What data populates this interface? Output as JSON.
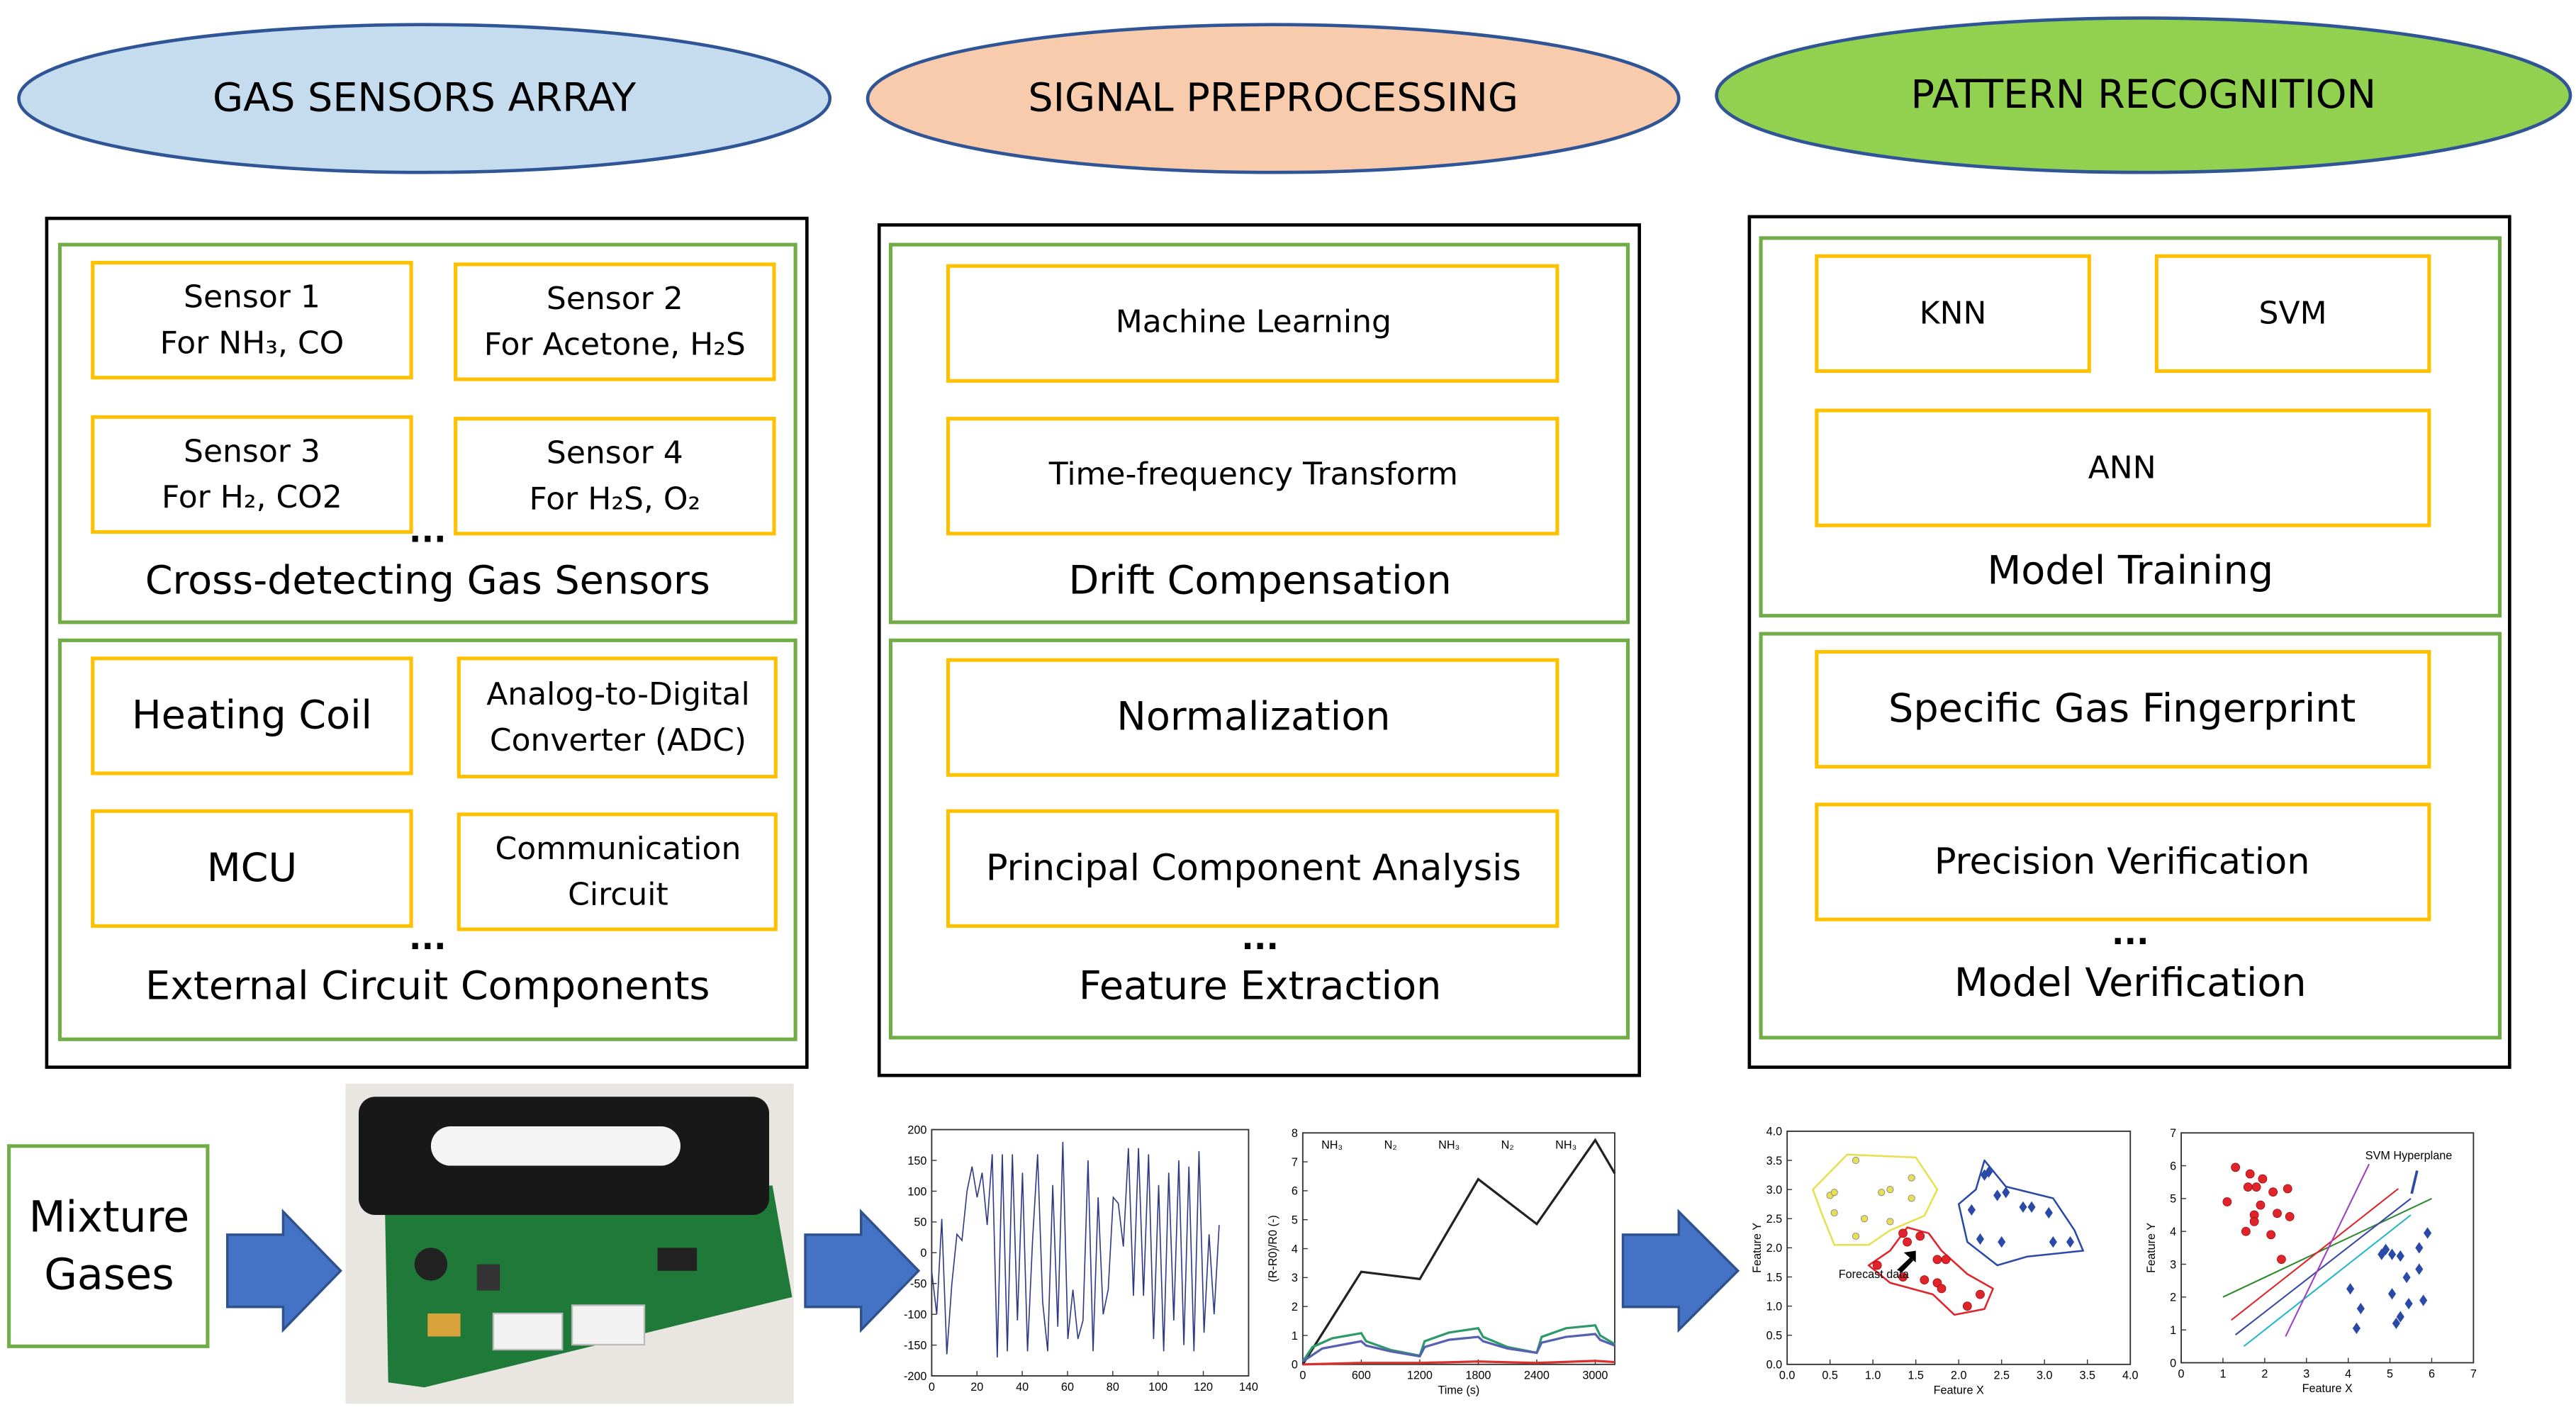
{
  "stages": [
    {
      "title": "GAS SENSORS ARRAY",
      "fill": "#c5dcef"
    },
    {
      "title": "SIGNAL PREPROCESSING",
      "fill": "#f8cbad"
    },
    {
      "title": "PATTERN RECOGNITION",
      "fill": "#92d050"
    }
  ],
  "colors": {
    "ellipse_stroke": "#2f5597",
    "box_border": "#ffc000",
    "group_border": "#70ad47",
    "arrow": "#4472c4"
  },
  "gas_sensors": {
    "sensors": [
      {
        "name": "Sensor 1",
        "target": "For  NH₃, CO"
      },
      {
        "name": "Sensor 2",
        "target": "For Acetone, H₂S"
      },
      {
        "name": "Sensor 3",
        "target": "For H₂, CO2"
      },
      {
        "name": "Sensor 4",
        "target": "For H₂S, O₂"
      }
    ],
    "sensors_more": "...",
    "sensors_caption": "Cross-detecting Gas Sensors",
    "circuit": {
      "heating_coil": "Heating Coil",
      "adc_line1": "Analog-to-Digital",
      "adc_line2": "Converter (ADC)",
      "mcu": "MCU",
      "comm_line1": "Communication",
      "comm_line2": "Circuit"
    },
    "circuit_more": "...",
    "circuit_caption": "External Circuit Components"
  },
  "preprocessing": {
    "drift": [
      "Machine Learning",
      "Time-frequency Transform"
    ],
    "drift_caption": "Drift Compensation",
    "features": [
      "Normalization",
      "Principal Component Analysis"
    ],
    "features_more": "...",
    "features_caption": "Feature Extraction"
  },
  "recognition": {
    "training": [
      "KNN",
      "SVM",
      "ANN"
    ],
    "training_caption": "Model Training",
    "verification": [
      "Specific Gas Fingerprint",
      "Precision Verification"
    ],
    "verification_more": "...",
    "verification_caption": "Model Verification"
  },
  "input": {
    "line1": "Mixture",
    "line2": "Gases"
  },
  "chart_data": [
    {
      "type": "line",
      "xlim": [
        0,
        140
      ],
      "ylim": [
        -200,
        200
      ],
      "xticks": [
        0,
        20,
        40,
        60,
        80,
        100,
        120,
        140
      ],
      "yticks": [
        -200,
        -150,
        -100,
        -50,
        0,
        50,
        100,
        150,
        200
      ],
      "x_span": [
        0,
        127
      ],
      "color": "#2e3a87",
      "values": [
        -30,
        -100,
        55,
        -165,
        -50,
        30,
        20,
        100,
        140,
        90,
        130,
        45,
        160,
        -170,
        160,
        -160,
        160,
        -110,
        130,
        -160,
        20,
        160,
        -80,
        -160,
        110,
        -120,
        180,
        -140,
        -60,
        -140,
        -110,
        150,
        -160,
        90,
        -100,
        -60,
        90,
        80,
        10,
        170,
        -70,
        170,
        -70,
        160,
        -140,
        110,
        -160,
        130,
        -110,
        150,
        -150,
        140,
        -160,
        165,
        -130,
        30,
        -100,
        45
      ]
    },
    {
      "type": "line",
      "xlim": [
        0,
        3200
      ],
      "ylim": [
        0,
        8
      ],
      "xticks": [
        0,
        600,
        1200,
        1800,
        2400,
        3000
      ],
      "yticks": [
        0,
        1,
        2,
        3,
        4,
        5,
        6,
        7,
        8
      ],
      "xlabel": "Time (s)",
      "ylabel": "(R-R0)/R0 (-)",
      "phases": [
        {
          "label": "NH₃",
          "x": 300
        },
        {
          "label": "N₂",
          "x": 900
        },
        {
          "label": "NH₃",
          "x": 1500
        },
        {
          "label": "N₂",
          "x": 2100
        },
        {
          "label": "NH₃",
          "x": 2700
        }
      ],
      "series": [
        {
          "color": "#222222",
          "points": [
            [
              0,
              0
            ],
            [
              600,
              3.2
            ],
            [
              1200,
              2.95
            ],
            [
              1800,
              6.4
            ],
            [
              2400,
              4.85
            ],
            [
              3000,
              7.75
            ],
            [
              3200,
              6.6
            ]
          ]
        },
        {
          "color": "#2e9a6a",
          "points": [
            [
              0,
              0.1
            ],
            [
              100,
              0.6
            ],
            [
              300,
              0.9
            ],
            [
              600,
              1.08
            ],
            [
              650,
              0.8
            ],
            [
              900,
              0.5
            ],
            [
              1200,
              0.3
            ],
            [
              1250,
              0.8
            ],
            [
              1500,
              1.1
            ],
            [
              1800,
              1.25
            ],
            [
              1850,
              0.95
            ],
            [
              2100,
              0.6
            ],
            [
              2400,
              0.4
            ],
            [
              2450,
              0.95
            ],
            [
              2700,
              1.25
            ],
            [
              3000,
              1.35
            ],
            [
              3050,
              1.0
            ],
            [
              3200,
              0.7
            ]
          ]
        },
        {
          "color": "#5560b0",
          "points": [
            [
              0,
              0.1
            ],
            [
              200,
              0.55
            ],
            [
              600,
              0.8
            ],
            [
              650,
              0.65
            ],
            [
              900,
              0.45
            ],
            [
              1200,
              0.28
            ],
            [
              1250,
              0.6
            ],
            [
              1500,
              0.85
            ],
            [
              1800,
              0.95
            ],
            [
              1850,
              0.8
            ],
            [
              2100,
              0.55
            ],
            [
              2400,
              0.4
            ],
            [
              2450,
              0.75
            ],
            [
              2700,
              0.95
            ],
            [
              3000,
              1.05
            ],
            [
              3050,
              0.85
            ],
            [
              3200,
              0.65
            ]
          ]
        },
        {
          "color": "#d9302c",
          "points": [
            [
              0,
              0
            ],
            [
              600,
              0.05
            ],
            [
              1200,
              0.05
            ],
            [
              1800,
              0.1
            ],
            [
              2400,
              0.05
            ],
            [
              3000,
              0.12
            ],
            [
              3200,
              0.08
            ]
          ]
        }
      ]
    },
    {
      "type": "scatter",
      "xlim": [
        0,
        4
      ],
      "ylim": [
        0,
        4
      ],
      "xticks": [
        "0.0",
        "0.5",
        "1.0",
        "1.5",
        "2.0",
        "2.5",
        "3.0",
        "3.5",
        "4.0"
      ],
      "yticks": [
        "0.0",
        "0.5",
        "1.0",
        "1.5",
        "2.0",
        "2.5",
        "3.0",
        "3.5",
        "4.0"
      ],
      "xlabel": "Feature X",
      "ylabel": "Feature Y",
      "annotation": "Forecast data",
      "series": [
        {
          "color": "#e8e050",
          "marker": "pentagon",
          "points": [
            [
              0.5,
              2.9
            ],
            [
              0.55,
              2.95
            ],
            [
              0.55,
              2.6
            ],
            [
              0.8,
              3.5
            ],
            [
              0.9,
              2.5
            ],
            [
              1.1,
              2.95
            ],
            [
              1.2,
              3.0
            ],
            [
              1.2,
              2.45
            ],
            [
              1.45,
              3.2
            ],
            [
              1.45,
              2.85
            ],
            [
              0.8,
              2.2
            ]
          ],
          "outline": [
            [
              0.3,
              3.0
            ],
            [
              0.7,
              3.6
            ],
            [
              1.5,
              3.55
            ],
            [
              1.75,
              3.0
            ],
            [
              1.6,
              2.55
            ],
            [
              1.2,
              2.3
            ],
            [
              0.95,
              2.05
            ],
            [
              0.55,
              2.05
            ],
            [
              0.4,
              2.6
            ]
          ]
        },
        {
          "color": "#2b4aa8",
          "marker": "diamond",
          "points": [
            [
              2.3,
              3.25
            ],
            [
              2.35,
              3.3
            ],
            [
              2.45,
              2.9
            ],
            [
              2.55,
              2.95
            ],
            [
              2.75,
              2.7
            ],
            [
              2.85,
              2.7
            ],
            [
              3.05,
              2.6
            ],
            [
              2.15,
              2.65
            ],
            [
              2.25,
              2.15
            ],
            [
              2.5,
              2.1
            ],
            [
              3.1,
              2.1
            ],
            [
              3.3,
              2.1
            ]
          ],
          "outline": [
            [
              2.3,
              3.5
            ],
            [
              2.55,
              3.05
            ],
            [
              3.1,
              2.85
            ],
            [
              3.35,
              2.3
            ],
            [
              3.45,
              1.95
            ],
            [
              2.8,
              1.85
            ],
            [
              2.45,
              1.7
            ],
            [
              2.1,
              2.1
            ],
            [
              2.0,
              2.75
            ],
            [
              2.2,
              3.0
            ]
          ]
        },
        {
          "color": "#e0242b",
          "marker": "circle",
          "points": [
            [
              1.35,
              2.25
            ],
            [
              1.4,
              2.1
            ],
            [
              1.55,
              2.2
            ],
            [
              1.75,
              1.8
            ],
            [
              1.85,
              1.8
            ],
            [
              1.05,
              1.7
            ],
            [
              1.35,
              1.5
            ],
            [
              1.6,
              1.45
            ],
            [
              1.75,
              1.4
            ],
            [
              1.8,
              1.3
            ],
            [
              2.25,
              1.2
            ],
            [
              2.1,
              1.0
            ]
          ],
          "outline": [
            [
              1.4,
              2.35
            ],
            [
              1.65,
              2.25
            ],
            [
              1.8,
              1.95
            ],
            [
              2.1,
              1.55
            ],
            [
              2.4,
              1.3
            ],
            [
              2.3,
              0.95
            ],
            [
              1.95,
              0.85
            ],
            [
              1.7,
              1.2
            ],
            [
              1.2,
              1.4
            ],
            [
              0.95,
              1.7
            ],
            [
              1.2,
              1.95
            ]
          ]
        }
      ]
    },
    {
      "type": "scatter",
      "xlim": [
        0,
        7
      ],
      "ylim": [
        0,
        7
      ],
      "xticks": [
        0,
        1,
        2,
        3,
        4,
        5,
        6,
        7
      ],
      "yticks": [
        0,
        1,
        2,
        3,
        4,
        5,
        6,
        7
      ],
      "xlabel": "Feature X",
      "ylabel": "Feature Y",
      "annotation": "SVM Hyperplane",
      "series": [
        {
          "color": "#e0242b",
          "marker": "circle",
          "points": [
            [
              1.1,
              4.9
            ],
            [
              1.3,
              5.95
            ],
            [
              1.65,
              5.75
            ],
            [
              1.6,
              5.35
            ],
            [
              1.8,
              5.35
            ],
            [
              1.95,
              5.6
            ],
            [
              2.2,
              5.2
            ],
            [
              2.55,
              5.3
            ],
            [
              1.9,
              4.8
            ],
            [
              1.75,
              4.5
            ],
            [
              1.75,
              4.3
            ],
            [
              2.3,
              4.55
            ],
            [
              2.6,
              4.45
            ],
            [
              1.55,
              4.0
            ],
            [
              2.15,
              3.9
            ],
            [
              2.4,
              3.15
            ]
          ]
        },
        {
          "color": "#2b4aa8",
          "marker": "diamond",
          "points": [
            [
              4.05,
              2.25
            ],
            [
              4.3,
              1.65
            ],
            [
              4.2,
              1.05
            ],
            [
              4.8,
              3.3
            ],
            [
              4.9,
              3.45
            ],
            [
              5.05,
              3.3
            ],
            [
              5.25,
              3.25
            ],
            [
              5.7,
              3.5
            ],
            [
              5.9,
              3.95
            ],
            [
              5.7,
              2.85
            ],
            [
              5.4,
              2.6
            ],
            [
              5.05,
              2.1
            ],
            [
              5.45,
              1.8
            ],
            [
              5.8,
              1.9
            ],
            [
              5.25,
              1.4
            ],
            [
              5.15,
              1.2
            ]
          ]
        }
      ],
      "lines": [
        {
          "color": "#2e8b2e",
          "from": [
            1,
            2
          ],
          "to": [
            6,
            5
          ]
        },
        {
          "color": "#e0242b",
          "from": [
            1.2,
            1.3
          ],
          "to": [
            5.2,
            5.3
          ]
        },
        {
          "color": "#3a4aa8",
          "from": [
            1.3,
            0.85
          ],
          "to": [
            5.5,
            5.0
          ]
        },
        {
          "color": "#26b7c8",
          "from": [
            1.5,
            0.5
          ],
          "to": [
            5.5,
            4.5
          ]
        },
        {
          "color": "#a040c0",
          "from": [
            2.5,
            0.8
          ],
          "to": [
            4.5,
            6.05
          ]
        }
      ]
    }
  ]
}
